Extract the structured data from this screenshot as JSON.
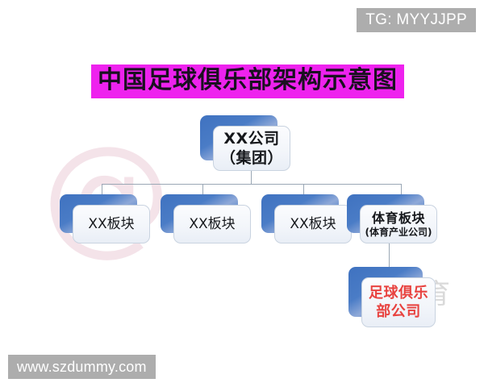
{
  "page": {
    "background_color": "#ffffff",
    "title_highlight_color": "#ee22ee",
    "node_shadow_color": "#3f72c0",
    "node_face_color": "#f2f5fa",
    "connector_color": "#9aa7b5",
    "accent_red": "#e8423f",
    "watermark_gray": "#adadad"
  },
  "watermarks": {
    "top_right_tag": "TG: MYYJJPP",
    "bottom_left_site": "www.szdummy.com",
    "background_at_symbol": "@",
    "right_faint_text": "体育",
    "right_faint_paren": ")"
  },
  "diagram": {
    "title": "中国足球俱乐部架构示意图",
    "nodes": [
      {
        "id": "group",
        "line1": "XX公司",
        "line2": "（集团）",
        "level": 0
      },
      {
        "id": "division-1",
        "line1": "XX板块",
        "level": 1
      },
      {
        "id": "division-2",
        "line1": "XX板块",
        "level": 1
      },
      {
        "id": "division-3",
        "line1": "XX板块",
        "level": 1
      },
      {
        "id": "sports-division",
        "line1": "体育板块",
        "sub": "(体育产业公司)",
        "level": 1
      },
      {
        "id": "football-club",
        "line1": "足球俱乐",
        "line2": "部公司",
        "level": 2,
        "text_color": "#e8423f"
      }
    ]
  }
}
